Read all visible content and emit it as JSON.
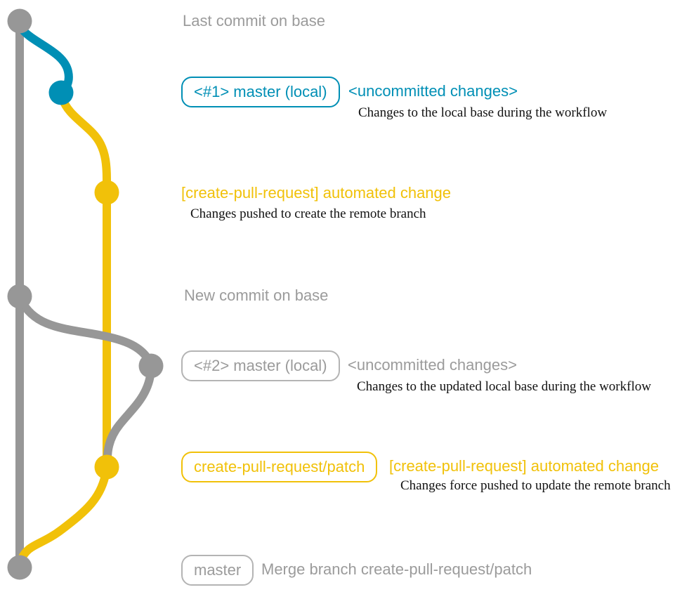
{
  "colors": {
    "base": "#979797",
    "local": "#008fb5",
    "patch": "#f1c109",
    "grayText": "#9b9b9b",
    "grayBorder": "#b4b4b4",
    "caption": "#111111"
  },
  "graph": {
    "branches": [
      {
        "name": "base",
        "color": "#979797"
      },
      {
        "name": "master (local)",
        "color": "#008fb5"
      },
      {
        "name": "create-pull-request/patch",
        "color": "#f1c109"
      }
    ]
  },
  "rows": {
    "r1": {
      "text": "Last commit on base"
    },
    "r2": {
      "box": "<#1> master (local)",
      "note": "<uncommitted changes>",
      "caption": "Changes to the local base during the workflow"
    },
    "r3": {
      "note": "[create-pull-request] automated change",
      "caption": "Changes pushed to create the remote branch"
    },
    "r4": {
      "text": "New commit on base"
    },
    "r5": {
      "box": "<#2> master (local)",
      "note": "<uncommitted changes>",
      "caption": "Changes to the updated local base during the workflow"
    },
    "r6": {
      "box": "create-pull-request/patch",
      "note": "[create-pull-request] automated change",
      "caption": "Changes force pushed to update the remote branch"
    },
    "r7": {
      "box": "master",
      "text": "Merge branch create-pull-request/patch"
    }
  }
}
